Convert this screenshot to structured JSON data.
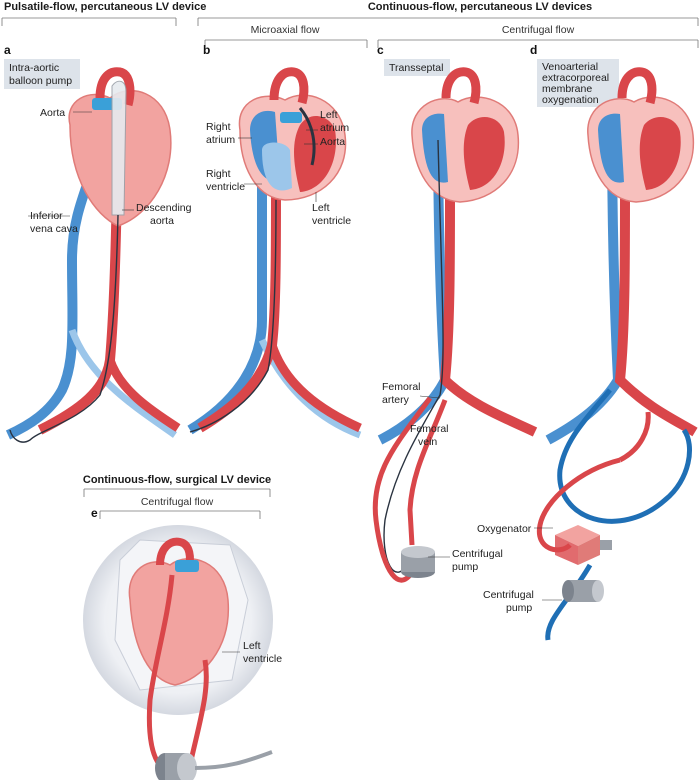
{
  "headers": {
    "pulsatile": "Pulsatile-flow, percutaneous LV device",
    "continuous": "Continuous-flow, percutaneous LV devices",
    "microaxial": "Microaxial flow",
    "centrifugal": "Centrifugal flow",
    "surgical": "Continuous-flow, surgical LV device",
    "surgical_sub": "Centrifugal flow"
  },
  "panels": {
    "a": {
      "letter": "a",
      "box_lines": [
        "Intra-aortic",
        "balloon pump"
      ],
      "labels": {
        "aorta": "Aorta",
        "ivc_1": "Inferior",
        "ivc_2": "vena cava",
        "desc_1": "Descending",
        "desc_2": "aorta"
      }
    },
    "b": {
      "letter": "b",
      "labels": {
        "ra_1": "Right",
        "ra_2": "atrium",
        "la_1": "Left",
        "la_2": "atrium",
        "aorta": "Aorta",
        "rv_1": "Right",
        "rv_2": "ventricle",
        "lv_1": "Left",
        "lv_2": "ventricle"
      }
    },
    "c": {
      "letter": "c",
      "box_lines": [
        "Transseptal"
      ],
      "labels": {
        "fa_1": "Femoral",
        "fa_2": "artery",
        "fv_1": "Femoral",
        "fv_2": "vein",
        "pump_1": "Centrifugal",
        "pump_2": "pump"
      }
    },
    "d": {
      "letter": "d",
      "box_lines": [
        "Venoarterial",
        "extracorporeal",
        "membrane",
        "oxygenation"
      ],
      "labels": {
        "oxy": "Oxygenator",
        "pump_1": "Centrifugal",
        "pump_2": "pump"
      }
    },
    "e": {
      "letter": "e",
      "labels": {
        "lv_1": "Left",
        "lv_2": "ventricle"
      }
    }
  },
  "colors": {
    "heart": "#f2a3a0",
    "heart_dark": "#e07b78",
    "artery": "#d9464a",
    "vein": "#4a90d0",
    "vein_light": "#9cc6ea",
    "aorta_cap": "#3aa0d8",
    "device_gray": "#9aa0a8",
    "tube_blue": "#1f6fb5",
    "label_box": "#dde3ea"
  }
}
